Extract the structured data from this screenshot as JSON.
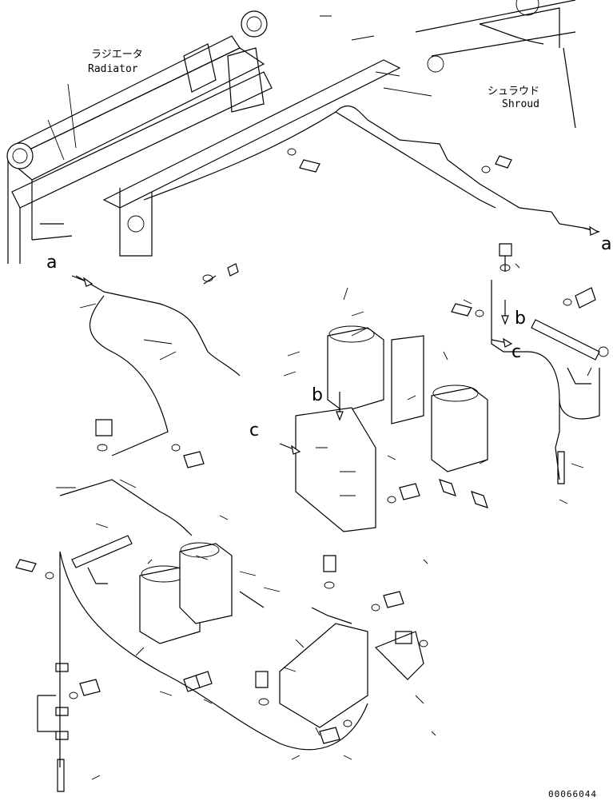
{
  "labels": {
    "radiator_jp": "ラジエータ",
    "radiator_en": "Radiator",
    "shroud_jp": "シュラウド",
    "shroud_en": "Shroud"
  },
  "markers": {
    "a_left": "a",
    "a_right": "a",
    "b_top": "b",
    "b_mid": "b",
    "c_top": "c",
    "c_mid": "c"
  },
  "part_number": "00066044"
}
